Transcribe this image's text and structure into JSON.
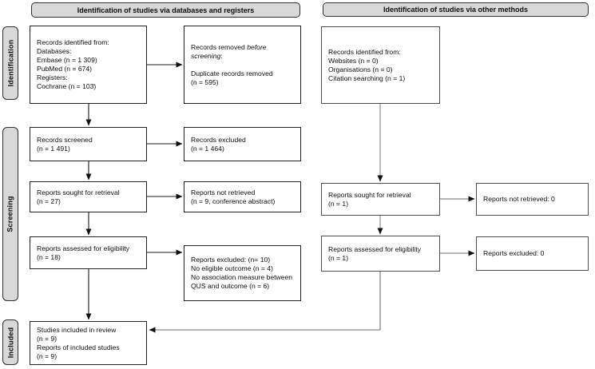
{
  "headers": {
    "databases": "Identification of studies via databases and registers",
    "other_methods": "Identification of studies via other methods"
  },
  "sidebar": {
    "identification": "Identification",
    "screening": "Screening",
    "included": "Included"
  },
  "colors": {
    "panel_fill": "#d8d8d8",
    "box_fill": "#ffffff",
    "box_border": "#222222",
    "arrow_dark": "#1a1a1a",
    "arrow_gray": "#8e8e8e"
  },
  "boxes": {
    "records_identified_db": {
      "lines": [
        "Records identified from:",
        "Databases:",
        "Embase (n = 1 309)",
        "PubMed (n = 674)",
        "Registers:",
        "Cochrane (n = 103)"
      ]
    },
    "records_removed": {
      "lines": [
        [
          {
            "t": "Records removed "
          },
          {
            "t": "before",
            "i": true
          }
        ],
        [
          {
            "t": "screening",
            "i": true
          },
          {
            "t": ":"
          }
        ],
        "",
        "Duplicate records removed",
        "(n = 595)"
      ]
    },
    "records_screened": {
      "lines": [
        "Records screened",
        "(n = 1 491)"
      ]
    },
    "records_excluded": {
      "lines": [
        "Records excluded",
        "(n = 1 464)"
      ]
    },
    "reports_sought_db": {
      "lines": [
        "Reports sought for retrieval",
        "(n = 27)"
      ]
    },
    "reports_not_retrieved_db": {
      "lines": [
        "Reports not retrieved",
        "(n = 9, conference abstract)"
      ]
    },
    "reports_assessed_db": {
      "lines": [
        "Reports assessed for eligibility",
        "(n = 18)"
      ]
    },
    "reports_excluded_db": {
      "lines": [
        "Reports excluded: (n= 10)",
        "No eligible outcome (n = 4)",
        "No association measure between",
        "QUS and outcome (n = 6)"
      ]
    },
    "studies_included": {
      "lines": [
        "Studies included in review",
        "(n = 9)",
        "Reports of included studies",
        "(n = 9)"
      ]
    },
    "records_identified_other": {
      "lines": [
        "Records identified from:",
        "Websites (n = 0)",
        "Organisations (n = 0)",
        "Citation searching (n = 1)"
      ]
    },
    "reports_sought_other": {
      "lines": [
        "Reports sought for retrieval",
        "(n = 1)"
      ]
    },
    "reports_not_retrieved_other": {
      "lines": [
        "Reports not retrieved: 0"
      ]
    },
    "reports_assessed_other": {
      "lines": [
        "Reports assessed for eligibility",
        "(n = 1)"
      ]
    },
    "reports_excluded_other": {
      "lines": [
        "Reports excluded: 0"
      ]
    }
  }
}
